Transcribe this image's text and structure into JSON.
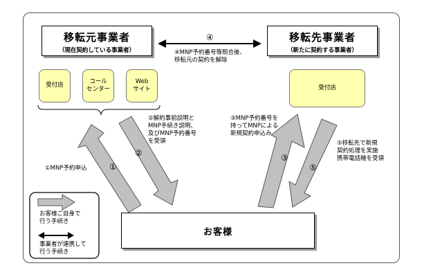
{
  "source": {
    "title": "移転元事業者",
    "subtitle": "（現在契約している事業者）",
    "channels": [
      "受付店",
      "コール\nセンター",
      "Web\nサイト"
    ]
  },
  "target": {
    "title": "移転先事業者",
    "subtitle": "（新たに契約する事業者）",
    "channel": "受付店"
  },
  "customer": {
    "title": "お客様"
  },
  "steps": {
    "s1": {
      "num": "①",
      "text": "①MNP予約申込"
    },
    "s2": {
      "num": "②",
      "text": "②解約事前説明と\nMNP手続き説明、\n及びMNP予約番号\nを受領"
    },
    "s3": {
      "num": "③",
      "text": "③MNP予約番号を\n持ってMNPによる\n新規契約申込み"
    },
    "s4": {
      "num": "④",
      "text": "④MNP予約番号等照合後、\n移転元の契約を解除"
    },
    "s5": {
      "num": "⑤",
      "text": "⑤移転先で新規\n契約処理を実施\n携帯電話機を受領"
    }
  },
  "legend": {
    "self": "お客様ご自身で\n行う手続き",
    "coop": "事業者が連携して\n行う手続き"
  },
  "colors": {
    "arrow_fill": "#c0c0c0",
    "arrow_stroke": "#555555",
    "channel_fill": "#ffffb0"
  }
}
